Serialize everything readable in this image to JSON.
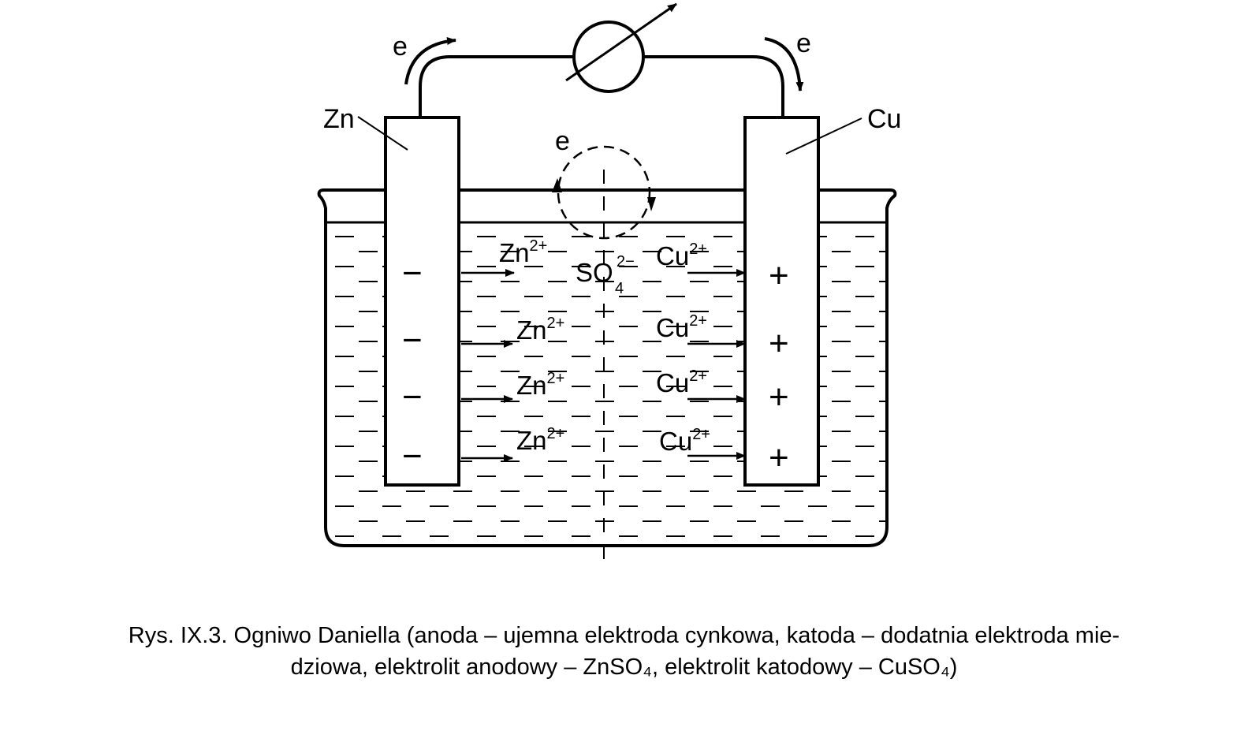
{
  "labels": {
    "electron_left": "e",
    "electron_right": "e",
    "electron_center": "e",
    "anode": "Zn",
    "cathode": "Cu",
    "anode_charge": "−",
    "cathode_charge": "+"
  },
  "ions": {
    "zinc": {
      "base": "Zn",
      "charge": "2+"
    },
    "copper": {
      "base": "Cu",
      "charge": "2+"
    },
    "sulfate": {
      "base": "SO",
      "sub": "4",
      "charge": "2−"
    }
  },
  "caption": {
    "line1": "Rys. IX.3. Ogniwo Daniella (anoda – ujemna elektroda cynkowa, katoda – dodatnia elektroda mie-",
    "line2": "dziowa, elektrolit anodowy – ZnSO₄, elektrolit katodowy – CuSO₄)"
  }
}
